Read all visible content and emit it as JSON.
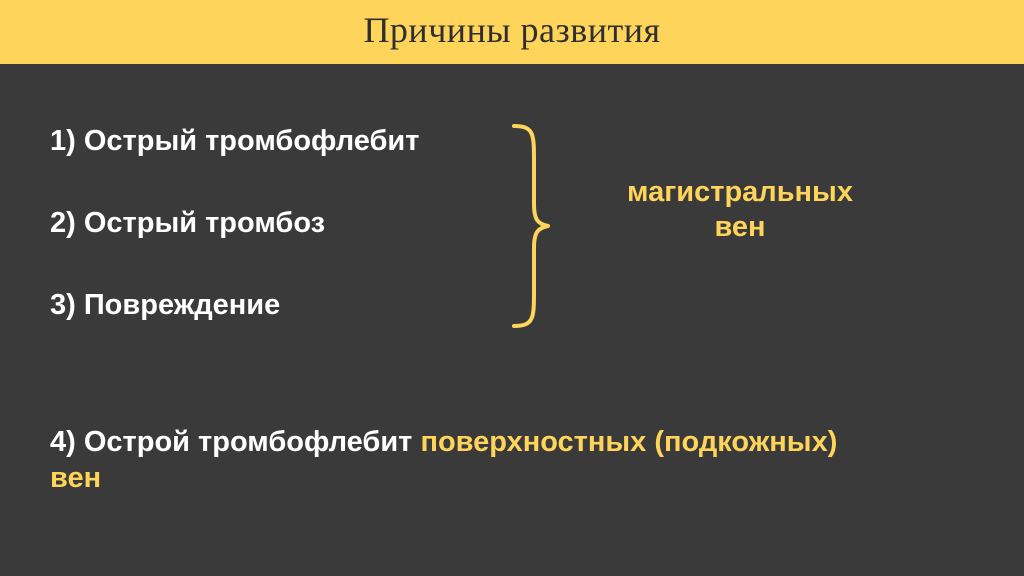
{
  "slide": {
    "title": "Причины развития",
    "items": [
      {
        "text": "1) Острый тромбофлебит"
      },
      {
        "text": "2) Острый тромбоз"
      },
      {
        "text": "3) Повреждение"
      }
    ],
    "group_label_line1": "магистральных",
    "group_label_line2": "вен",
    "item4_prefix": "4) Острой тромбофлебит ",
    "item4_highlight": "поверхностных (подкожных) вен"
  },
  "colors": {
    "background": "#3a3a3a",
    "title_bar": "#ffd45a",
    "accent": "#ffd45a",
    "text": "#ffffff"
  }
}
